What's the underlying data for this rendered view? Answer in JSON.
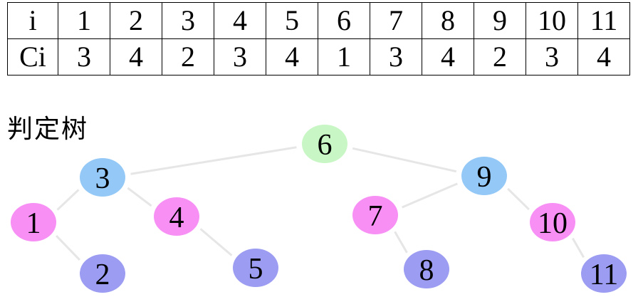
{
  "table": {
    "row_i_label": "i",
    "row_c_label": "Ci",
    "i": [
      "1",
      "2",
      "3",
      "4",
      "5",
      "6",
      "7",
      "8",
      "9",
      "10",
      "11"
    ],
    "ci": [
      "3",
      "4",
      "2",
      "3",
      "4",
      "1",
      "3",
      "4",
      "2",
      "3",
      "4"
    ]
  },
  "title": "判定树",
  "colors": {
    "root": "#c8f7c5",
    "level2": "#93c8f7",
    "level3": "#f78ff5",
    "level4": "#9b9cf2"
  },
  "tree": {
    "nodes": [
      {
        "label": "6",
        "level": 1
      },
      {
        "label": "3",
        "level": 2
      },
      {
        "label": "9",
        "level": 2
      },
      {
        "label": "1",
        "level": 3
      },
      {
        "label": "4",
        "level": 3
      },
      {
        "label": "7",
        "level": 3
      },
      {
        "label": "10",
        "level": 3
      },
      {
        "label": "2",
        "level": 4
      },
      {
        "label": "5",
        "level": 4
      },
      {
        "label": "8",
        "level": 4
      },
      {
        "label": "11",
        "level": 4
      }
    ],
    "edges": [
      [
        "6",
        "3"
      ],
      [
        "6",
        "9"
      ],
      [
        "3",
        "1"
      ],
      [
        "3",
        "4"
      ],
      [
        "1",
        "2"
      ],
      [
        "4",
        "5"
      ],
      [
        "9",
        "7"
      ],
      [
        "9",
        "10"
      ],
      [
        "7",
        "8"
      ],
      [
        "10",
        "11"
      ]
    ]
  }
}
